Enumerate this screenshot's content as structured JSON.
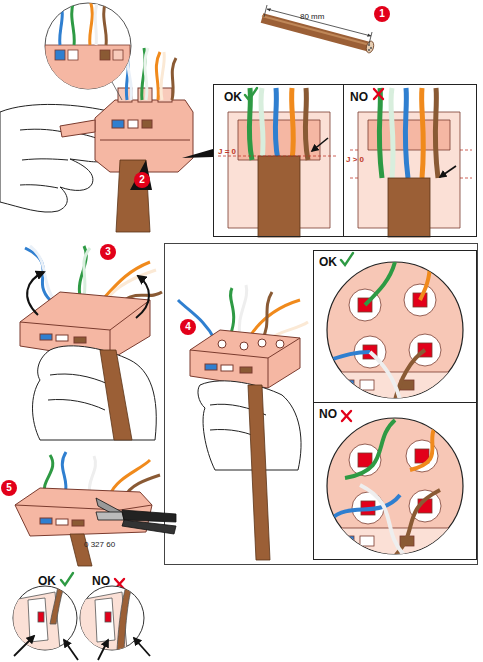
{
  "diagram": {
    "nodes": [
      {
        "text": [
          "1"
        ]
      },
      {
        "text": [
          "2"
        ]
      },
      {
        "text": [
          "OK",
          "J = 0"
        ]
      },
      {
        "text": [
          "NO",
          "J > 0"
        ]
      },
      {
        "text": [
          "3"
        ]
      },
      {
        "text": [
          "4"
        ]
      },
      {
        "text": [
          "OK"
        ]
      },
      {
        "text": [
          "NO"
        ]
      },
      {
        "text": [
          "5"
        ]
      }
    ],
    "labels": [
      "80 mm",
      "0 327 60",
      "OK",
      "NO"
    ]
  }
}
